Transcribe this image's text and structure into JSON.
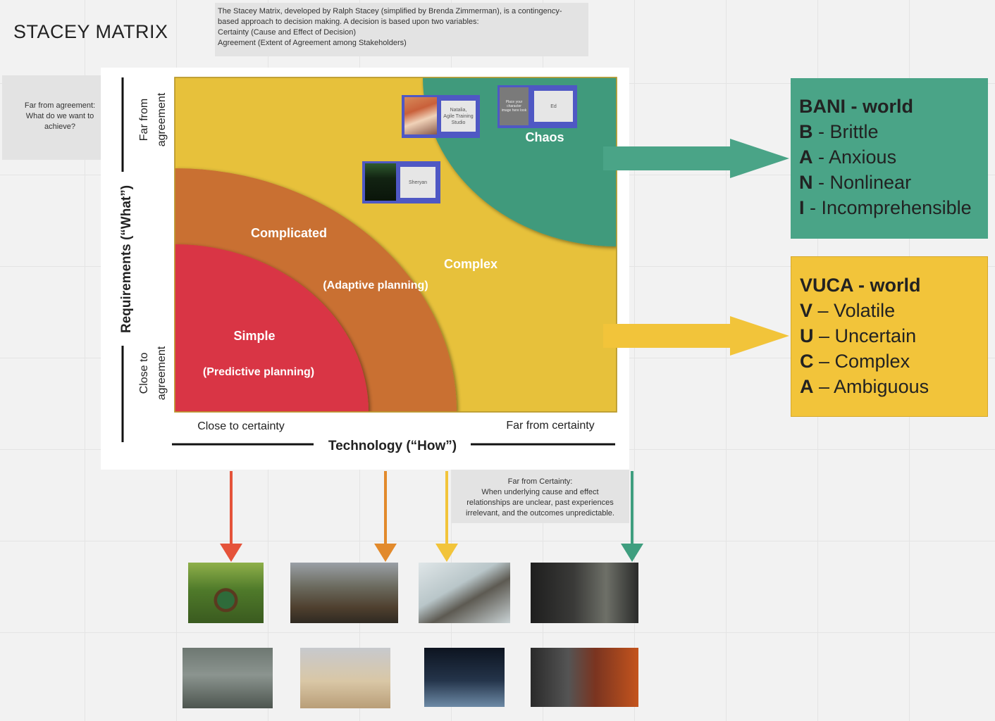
{
  "board": {
    "title": "STACEY MATRIX"
  },
  "intro_note": {
    "lines": [
      "The Stacey Matrix, developed by Ralph Stacey (simplified by Brenda Zimmerman), is a contingency-",
      "based approach to decision making. A decision is based upon two variables:",
      "Certainty (Cause and Effect of Decision)",
      "Agreement (Extent of Agreement among Stakeholders)"
    ]
  },
  "agreement_note": {
    "lines": [
      "Far from agreement:",
      "What do we want to",
      "achieve?"
    ]
  },
  "certainty_note": {
    "lines": [
      "Far from Certainty:",
      "When underlying cause and effect",
      "relationships are unclear, past experiences",
      "irrelevant, and the outcomes unpredictable."
    ]
  },
  "matrix": {
    "zones": {
      "simple": "Simple",
      "simple_sub": "(Predictive planning)",
      "complicated": "Complicated",
      "complicated_sub": "(Adaptive planning)",
      "complex": "Complex",
      "chaos": "Chaos"
    },
    "y_axis": {
      "title": "Requirements (“What”)",
      "top_line1": "Far from",
      "top_line2": "agreement",
      "bottom_line1": "Close to",
      "bottom_line2": "agreement"
    },
    "x_axis": {
      "title": "Technology (“How”)",
      "left": "Close to certainty",
      "right": "Far from certainty"
    },
    "colors": {
      "yellow": "#e7c13b",
      "orange": "#c97030",
      "red": "#d93445",
      "green": "#3f9a7c"
    }
  },
  "participants": [
    {
      "name": "Natalia,\nAgile Training\nStudio"
    },
    {
      "name": "Place your character\nimage here look"
    },
    {
      "name": "Ed"
    },
    {
      "name": "Sheryan"
    }
  ],
  "bani": {
    "heading": "BANI - world",
    "items": [
      {
        "letter": "B",
        "sep": " - ",
        "word": "Brittle"
      },
      {
        "letter": "A",
        "sep": " - ",
        "word": "Anxious"
      },
      {
        "letter": "N",
        "sep": " - ",
        "word": "Nonlinear"
      },
      {
        "letter": "I",
        "sep": " - ",
        "word": "Incomprehensible"
      }
    ]
  },
  "vuca": {
    "heading": "VUCA - world",
    "items": [
      {
        "letter": "V",
        "sep": " – ",
        "word": "Volatile"
      },
      {
        "letter": "U",
        "sep": " – ",
        "word": "Uncertain"
      },
      {
        "letter": "C",
        "sep": " – ",
        "word": "Complex"
      },
      {
        "letter": "A",
        "sep": " – ",
        "word": "Ambiguous"
      }
    ]
  },
  "arrow_colors": {
    "red": "#e5533a",
    "orange": "#e28a2c",
    "yellow": "#f2c43a",
    "green": "#3f9e7f"
  }
}
